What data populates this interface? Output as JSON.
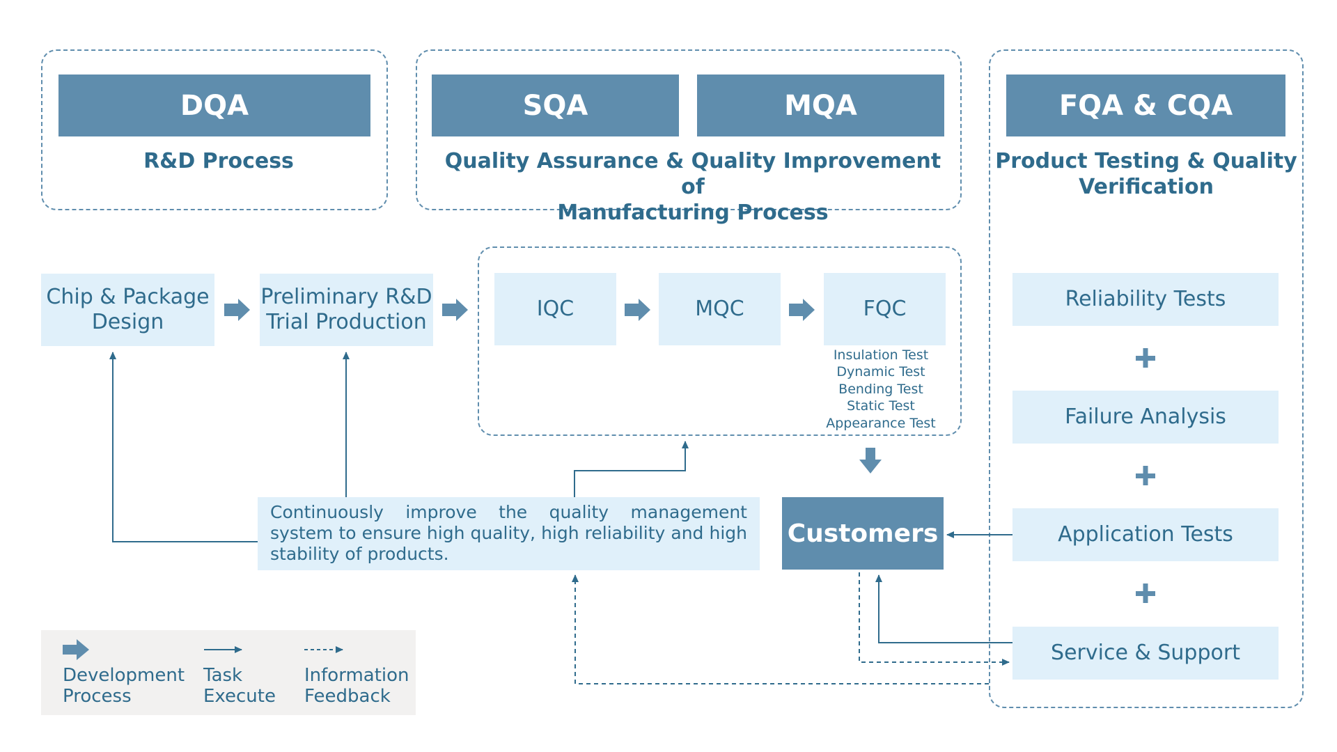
{
  "groups": {
    "dqa": {
      "header": "DQA",
      "subtitle": "R&D Process"
    },
    "sqa": {
      "header": "SQA"
    },
    "mqa": {
      "header": "MQA"
    },
    "mfg": {
      "subtitle_line1": "Quality Assurance & Quality Improvement of",
      "subtitle_line2": "Manufacturing Process"
    },
    "fqa": {
      "header": "FQA & CQA",
      "subtitle_line1": "Product Testing & Quality",
      "subtitle_line2": "Verification"
    }
  },
  "process": {
    "chip": {
      "line1": "Chip & Package",
      "line2": "Design"
    },
    "prelim": {
      "line1": "Preliminary R&D",
      "line2": "Trial Production"
    },
    "iqc": "IQC",
    "mqc": "MQC",
    "fqc": "FQC",
    "fqc_tests": [
      "Insulation Test",
      "Dynamic Test",
      "Bending Test",
      "Static Test",
      "Appearance Test"
    ]
  },
  "improvement": {
    "text": "Continuously improve the quality management system to ensure high quality, high reliability and high stability of products."
  },
  "customers": "Customers",
  "verification": {
    "reliability": "Reliability Tests",
    "failure": "Failure Analysis",
    "application": "Application Tests",
    "service": "Service & Support",
    "plus": "+"
  },
  "legend": {
    "development": {
      "line1": "Development",
      "line2": "Process"
    },
    "task": {
      "line1": "Task",
      "line2": "Execute"
    },
    "info": {
      "line1": "Information",
      "line2": "Feedback"
    }
  },
  "colors": {
    "header": "#5f8dad",
    "box": "#e0f0fa",
    "text": "#2f6b8c",
    "legend_bg": "#f2f1f0"
  }
}
